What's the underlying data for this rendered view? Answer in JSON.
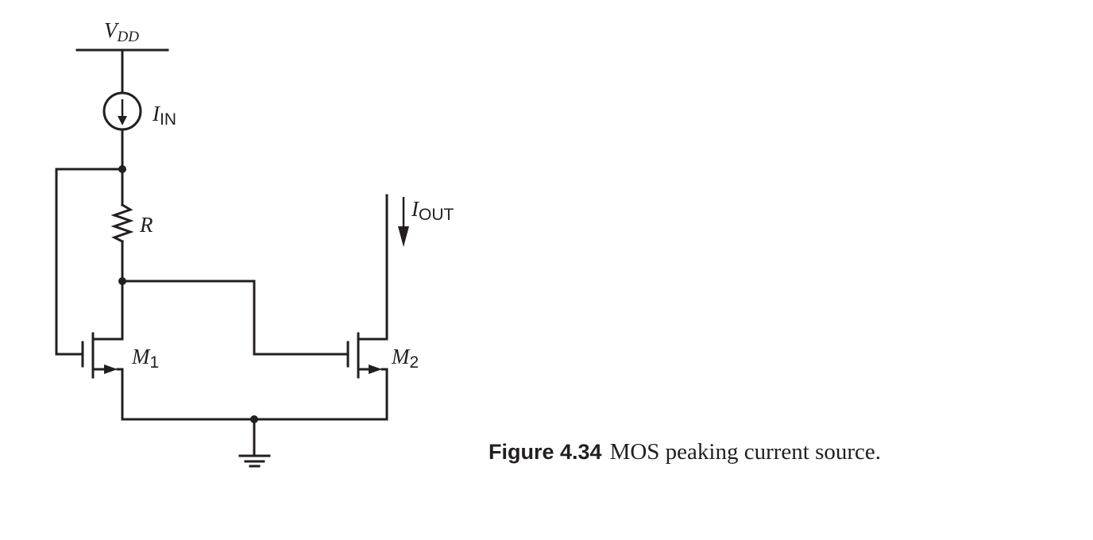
{
  "labels": {
    "vdd": {
      "main": "V",
      "sub": "DD"
    },
    "iin": {
      "main": "I",
      "sub": "IN"
    },
    "iout": {
      "main": "I",
      "sub": "OUT"
    },
    "r": "R",
    "m1": {
      "main": "M",
      "sub": "1"
    },
    "m2": {
      "main": "M",
      "sub": "2"
    }
  },
  "caption": {
    "number": "Figure 4.34",
    "text": "MOS peaking current source."
  }
}
